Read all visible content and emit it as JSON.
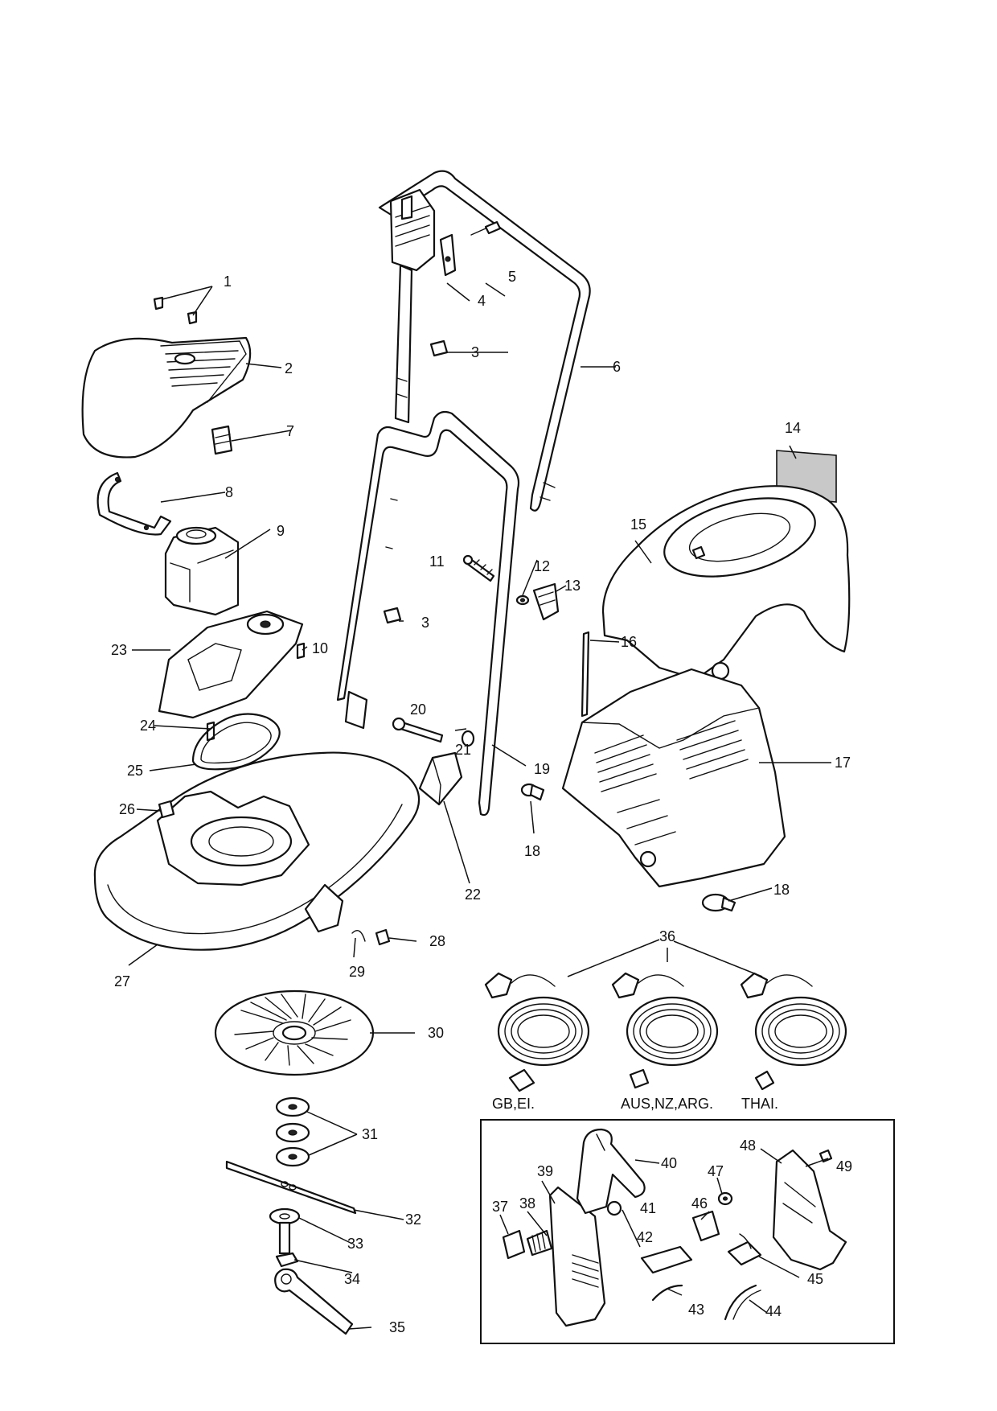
{
  "labels": {
    "p1": "1",
    "p2": "2",
    "p3a": "3",
    "p3b": "3",
    "p4": "4",
    "p5": "5",
    "p6": "6",
    "p7": "7",
    "p8": "8",
    "p9": "9",
    "p10": "10",
    "p11": "11",
    "p12": "12",
    "p13": "13",
    "p14": "14",
    "p15": "15",
    "p16": "16",
    "p17": "17",
    "p18a": "18",
    "p18b": "18",
    "p19": "19",
    "p20": "20",
    "p21": "21",
    "p22": "22",
    "p23": "23",
    "p24": "24",
    "p25": "25",
    "p26": "26",
    "p27": "27",
    "p28": "28",
    "p29": "29",
    "p30": "30",
    "p31": "31",
    "p32": "32",
    "p33": "33",
    "p34": "34",
    "p35": "35",
    "p36": "36",
    "p37": "37",
    "p38": "38",
    "p39": "39",
    "p40": "40",
    "p41": "41",
    "p42": "42",
    "p43": "43",
    "p44": "44",
    "p45": "45",
    "p46": "46",
    "p47": "47",
    "p48": "48",
    "p49": "49"
  },
  "cable_variants": {
    "gb": "GB,EI.",
    "aus": "AUS,NZ,ARG.",
    "thai": "THAI."
  }
}
